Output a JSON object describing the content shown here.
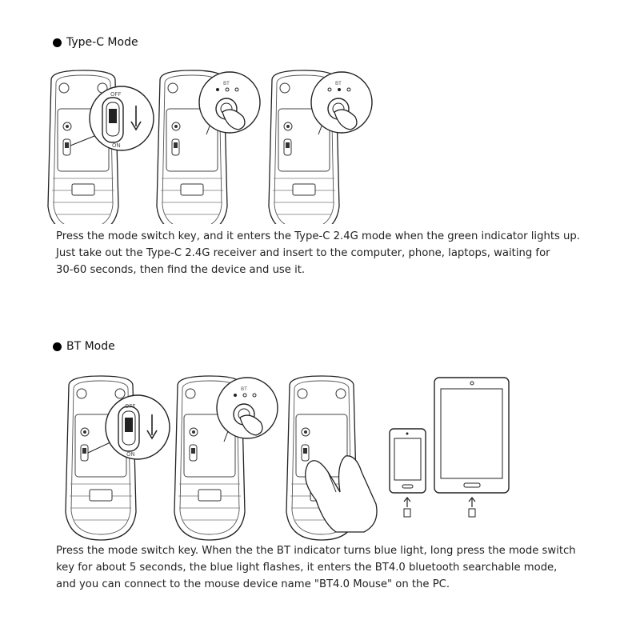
{
  "section1": {
    "heading": "Type-C Mode",
    "lines": [
      "Press the mode switch key, and it enters the Type-C 2.4G mode when the green indicator lights up.",
      "Just take out the Type-C 2.4G receiver and insert to the computer, phone, laptops, waiting for",
      "30-60 seconds, then find the device and use it."
    ],
    "callout": {
      "off": "OFF",
      "on": "ON",
      "bt": "BT"
    }
  },
  "section2": {
    "heading": "BT Mode",
    "lines": [
      "Press the mode switch key. When the the BT indicator turns blue light, long press the mode switch",
      "key for about 5 seconds, the blue light flashes, it enters the BT4.0 bluetooth searchable mode,",
      "and you can connect to the mouse device name \"BT4.0 Mouse\" on the PC."
    ],
    "callout": {
      "off": "OFF",
      "on": "ON",
      "bt": "BT"
    }
  }
}
